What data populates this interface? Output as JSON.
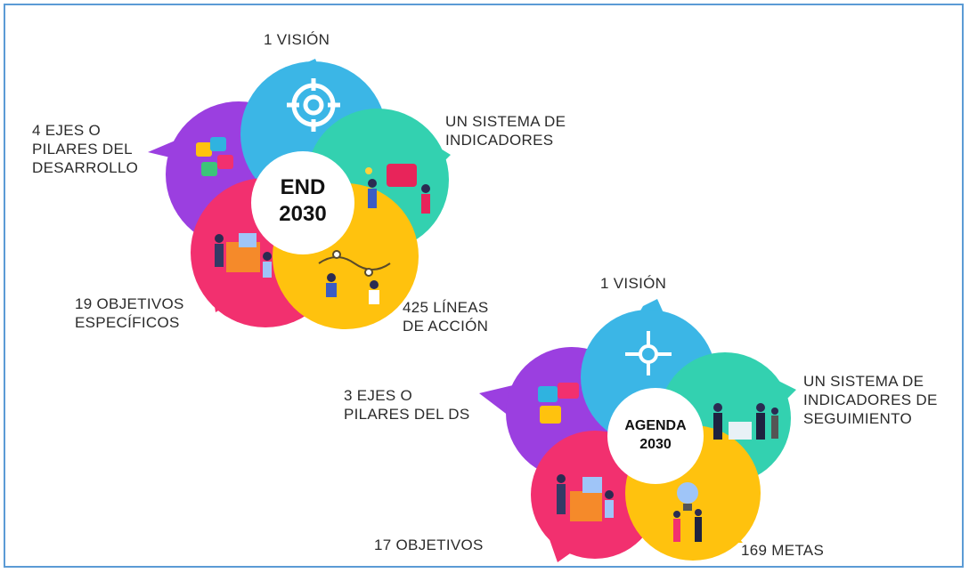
{
  "diagrams": [
    {
      "center_title": "END\n2030",
      "petals": [
        {
          "name": "vision",
          "label": "1 VISIÓN",
          "color": "#3bb6e6",
          "icon": "target-icon"
        },
        {
          "name": "indicators",
          "label": "UN SISTEMA DE\nINDICADORES",
          "color": "#33d1b0",
          "icon": "team-puzzle-icon"
        },
        {
          "name": "action-lines",
          "label": "425 LÍNEAS\nDE ACCIÓN",
          "color": "#ffc20e",
          "icon": "planning-people-icon"
        },
        {
          "name": "objectives",
          "label": "19 OBJETIVOS\nESPECÍFICOS",
          "color": "#f2306f",
          "icon": "box-people-icon"
        },
        {
          "name": "axes",
          "label": "4 EJES O\nPILARES DEL\nDESARROLLO",
          "color": "#9b3fe0",
          "icon": "puzzle-icon"
        }
      ]
    },
    {
      "center_title": "AGENDA\n2030",
      "petals": [
        {
          "name": "vision",
          "label": "1 VISIÓN",
          "color": "#3bb6e6",
          "icon": "crosshair-icon"
        },
        {
          "name": "indicators",
          "label": "UN SISTEMA DE\nINDICADORES DE\nSEGUIMIENTO",
          "color": "#33d1b0",
          "icon": "meeting-people-icon"
        },
        {
          "name": "goals",
          "label": "169 METAS",
          "color": "#ffc20e",
          "icon": "lightbulb-people-icon"
        },
        {
          "name": "objectives",
          "label": "17 OBJETIVOS",
          "color": "#f2306f",
          "icon": "box-people-icon"
        },
        {
          "name": "axes",
          "label": "3 EJES O\nPILARES DEL DS",
          "color": "#9b3fe0",
          "icon": "puzzle-icon"
        }
      ]
    }
  ]
}
